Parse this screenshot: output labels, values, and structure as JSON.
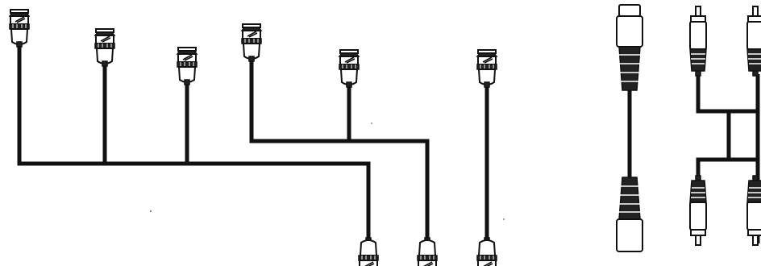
{
  "image": {
    "background": "#ffffff",
    "ink": "#111111",
    "description_tags": [
      "bnc-connector-icon",
      "svideo-connector-icon",
      "rca-connector-icon"
    ]
  },
  "left_group": {
    "top_connectors": 6,
    "bottom_connectors": 3
  },
  "right_group": {
    "svideo_connectors": 2,
    "rca_connectors": 4
  }
}
